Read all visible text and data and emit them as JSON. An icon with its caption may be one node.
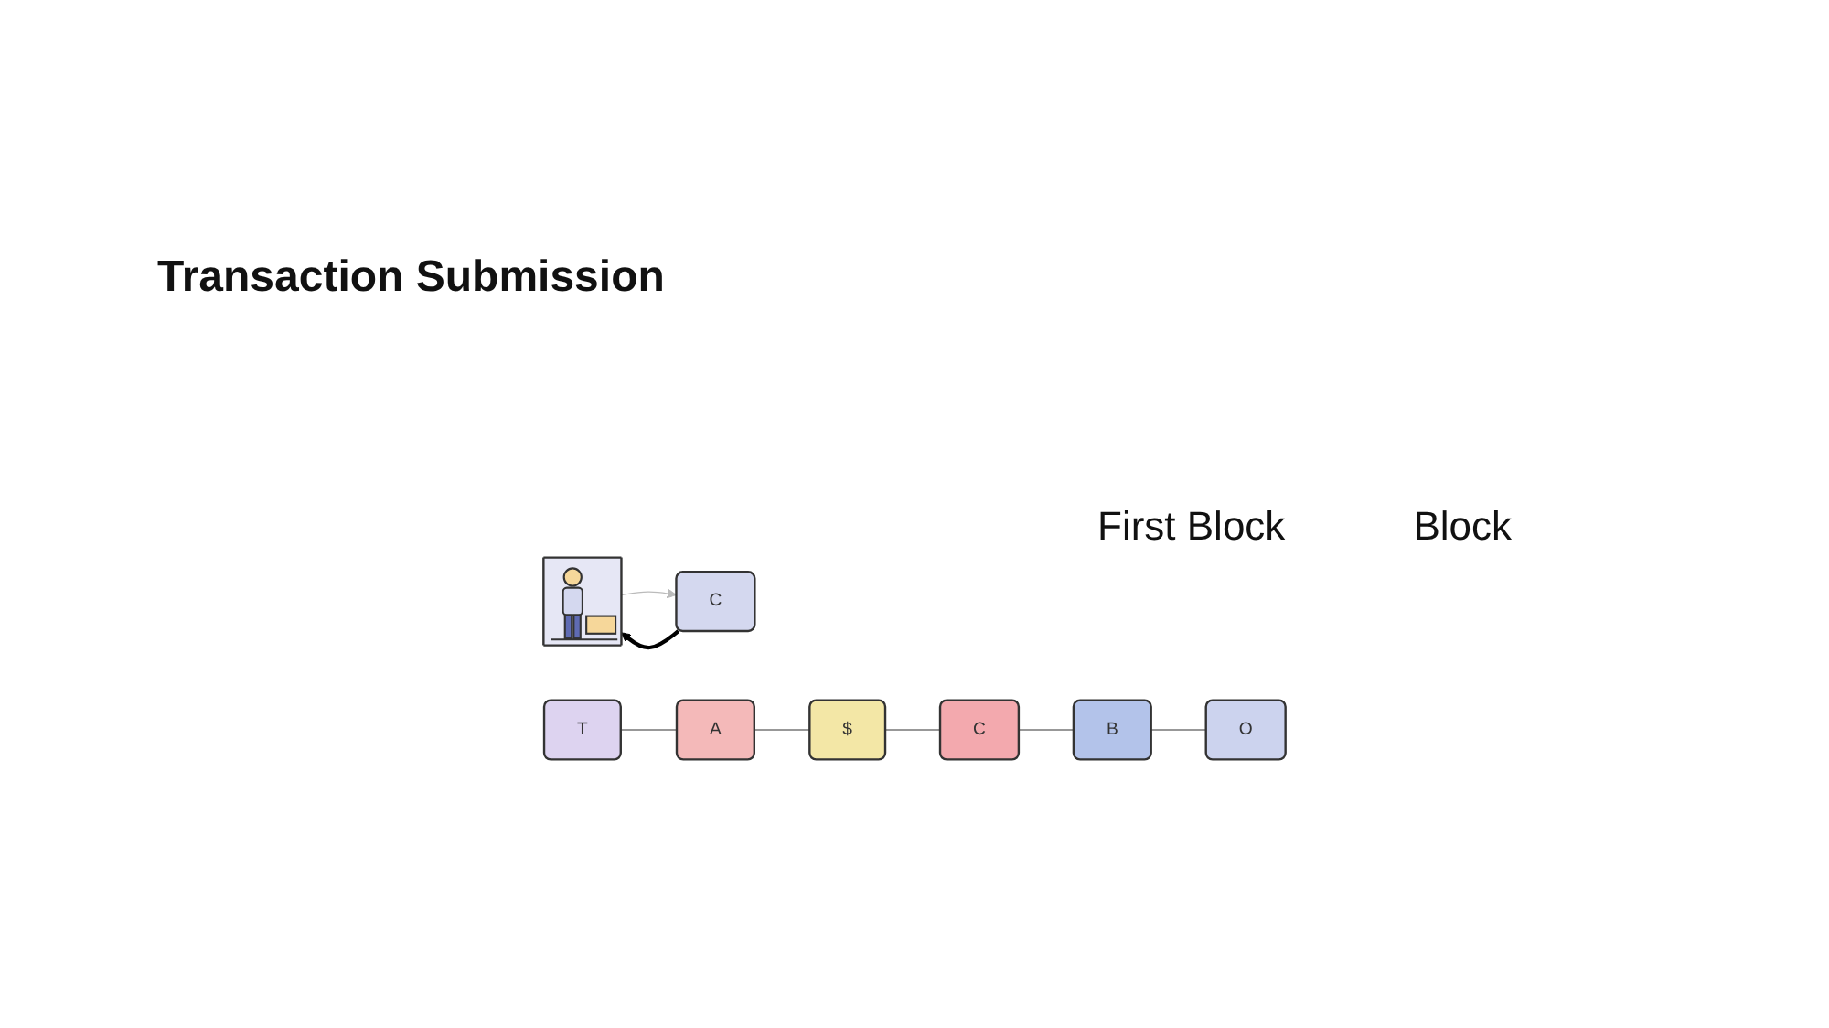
{
  "diagram": {
    "title": "Transaction Submission",
    "nodes": [
      {
        "text": [],
        "shape": "person"
      },
      {
        "text": [
          "C"
        ]
      },
      {
        "text": [
          "T"
        ]
      },
      {
        "text": [
          "A"
        ]
      },
      {
        "text": [
          "$"
        ]
      },
      {
        "text": [
          "C"
        ]
      },
      {
        "text": [
          "B"
        ]
      },
      {
        "text": [
          "O"
        ]
      }
    ],
    "edges": [
      {
        "from": 1,
        "to": 0,
        "arrow": "to",
        "style": "thick",
        "color": "#000000"
      },
      {
        "from": 0,
        "to": 1,
        "arrow": "to",
        "color": "#bbbbbb"
      },
      {
        "from": 2,
        "to": 3,
        "arrow": "none"
      },
      {
        "from": 3,
        "to": 4,
        "arrow": "none"
      },
      {
        "from": 4,
        "to": 5,
        "arrow": "none"
      },
      {
        "from": 5,
        "to": 6,
        "arrow": "none"
      },
      {
        "from": 6,
        "to": 7,
        "arrow": "none"
      }
    ],
    "labels": [
      "First Block",
      "Block"
    ]
  }
}
